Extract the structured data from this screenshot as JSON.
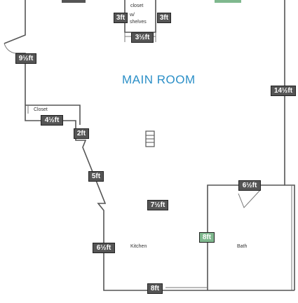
{
  "colors": {
    "wall": "#555555",
    "dim_tag": "#555555",
    "dim_tag_bath": "#7fb88e",
    "room_label": "#2b8fc7"
  },
  "rooms": {
    "main_room": "MAIN ROOM",
    "kitchen": "Kitchen",
    "bath": "Bath",
    "closet": "Closet",
    "top_closet_line1": "closet",
    "top_closet_line2": "w/",
    "top_closet_line3": "shelves"
  },
  "dimensions": {
    "top_closet_left": "3ft",
    "top_closet_right": "3ft",
    "top_closet_bottom": "3½ft",
    "left_upper": "9½ft",
    "right_main": "14½ft",
    "closet_width": "4½ft",
    "left_jog": "2ft",
    "left_diagonal": "5ft",
    "bath_top": "6½ft",
    "kitchen_center": "7½ft",
    "bath_left": "8ft",
    "kitchen_left": "6½ft",
    "bottom": "8ft"
  },
  "icons": {
    "stairs": "stairs-icon"
  }
}
